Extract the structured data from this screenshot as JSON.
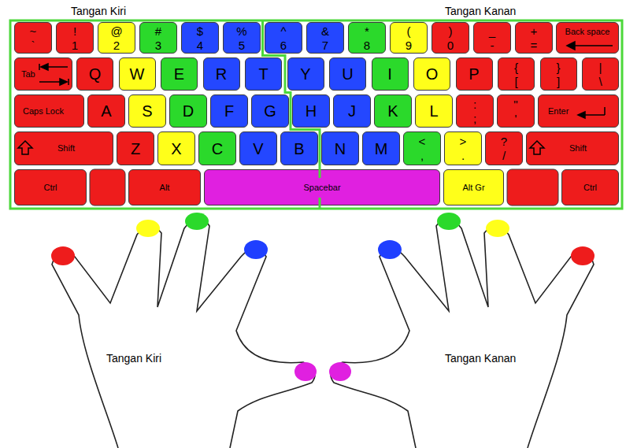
{
  "diagram": {
    "nodes": [
      {
        "text": [
          "~",
          "`"
        ]
      },
      {
        "text": [
          "!",
          "1"
        ]
      },
      {
        "text": [
          "@",
          "2"
        ]
      },
      {
        "text": [
          "#",
          "3"
        ]
      },
      {
        "text": [
          "$",
          "4"
        ]
      },
      {
        "text": [
          "%",
          "5"
        ]
      },
      {
        "text": [
          "^",
          "6"
        ]
      },
      {
        "text": [
          "&",
          "7"
        ]
      },
      {
        "text": [
          "*",
          "8"
        ]
      },
      {
        "text": [
          "(",
          "9"
        ]
      },
      {
        "text": [
          ")",
          "0"
        ]
      },
      {
        "text": [
          "_",
          "-"
        ]
      },
      {
        "text": [
          "+",
          "="
        ]
      },
      {
        "text": [
          "Back space"
        ]
      },
      {
        "text": [
          "Tab"
        ]
      },
      {
        "text": [
          "Q"
        ]
      },
      {
        "text": [
          "W"
        ]
      },
      {
        "text": [
          "E"
        ]
      },
      {
        "text": [
          "R"
        ]
      },
      {
        "text": [
          "T"
        ]
      },
      {
        "text": [
          "Y"
        ]
      },
      {
        "text": [
          "U"
        ]
      },
      {
        "text": [
          "I"
        ]
      },
      {
        "text": [
          "O"
        ]
      },
      {
        "text": [
          "P"
        ]
      },
      {
        "text": [
          "{",
          "["
        ]
      },
      {
        "text": [
          "}",
          "]"
        ]
      },
      {
        "text": [
          "|",
          "\\"
        ]
      },
      {
        "text": [
          "Caps Lock"
        ]
      },
      {
        "text": [
          "A"
        ]
      },
      {
        "text": [
          "S"
        ]
      },
      {
        "text": [
          "D"
        ]
      },
      {
        "text": [
          "F"
        ]
      },
      {
        "text": [
          "G"
        ]
      },
      {
        "text": [
          "H"
        ]
      },
      {
        "text": [
          "J"
        ]
      },
      {
        "text": [
          "K"
        ]
      },
      {
        "text": [
          "L"
        ]
      },
      {
        "text": [
          ":",
          ";"
        ]
      },
      {
        "text": [
          "\"",
          "'"
        ]
      },
      {
        "text": [
          "Enter"
        ]
      },
      {
        "text": [
          "Shift"
        ]
      },
      {
        "text": [
          "Z"
        ]
      },
      {
        "text": [
          "X"
        ]
      },
      {
        "text": [
          "C"
        ]
      },
      {
        "text": [
          "V"
        ]
      },
      {
        "text": [
          "B"
        ]
      },
      {
        "text": [
          "N"
        ]
      },
      {
        "text": [
          "M"
        ]
      },
      {
        "text": [
          "<",
          ","
        ]
      },
      {
        "text": [
          ">",
          "."
        ]
      },
      {
        "text": [
          "?",
          "/"
        ]
      },
      {
        "text": [
          "Shift"
        ]
      },
      {
        "text": [
          "Ctrl"
        ]
      },
      {
        "text": [
          "Alt"
        ]
      },
      {
        "text": [
          "Spacebar"
        ]
      },
      {
        "text": [
          "Alt Gr"
        ]
      },
      {
        "text": [
          "Ctrl"
        ]
      }
    ],
    "labels": [
      "Tangan Kiri",
      "Tangan Kanan",
      "Tangan Kiri",
      "Tangan Kanan"
    ]
  }
}
